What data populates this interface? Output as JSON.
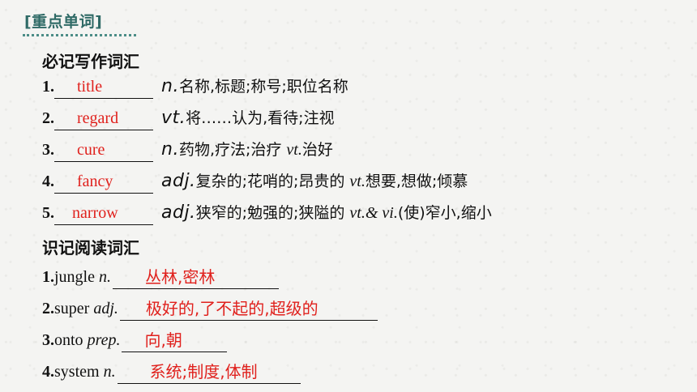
{
  "header": {
    "title": "[重点单词]"
  },
  "writing_vocab": {
    "title": "必记写作词汇",
    "items": [
      {
        "num": "1",
        "answer": "title",
        "pos": "n.",
        "definition": "名称,标题;称号;职位名称",
        "pos2": "",
        "definition2": ""
      },
      {
        "num": "2",
        "answer": "regard",
        "pos": "vt.",
        "definition": "将……认为,看待;注视",
        "pos2": "",
        "definition2": ""
      },
      {
        "num": "3",
        "answer": "cure",
        "pos": "n.",
        "definition": "药物,疗法;治疗 ",
        "pos2": "vt.",
        "definition2": "治好"
      },
      {
        "num": "4",
        "answer": "fancy",
        "pos": "adj.",
        "definition": "复杂的;花哨的;昂贵的 ",
        "pos2": "vt.",
        "definition2": "想要,想做;倾慕"
      },
      {
        "num": "5",
        "answer": "narrow",
        "pos": "adj.",
        "definition": "狭窄的;勉强的;狭隘的 ",
        "pos2": "vt.& vi.",
        "definition2": "(使)窄小,缩小"
      }
    ]
  },
  "reading_vocab": {
    "title": "识记阅读词汇",
    "items": [
      {
        "num": "1",
        "word": "jungle",
        "pos": "n.",
        "answer": "丛林,密林"
      },
      {
        "num": "2",
        "word": "super",
        "pos": "adj.",
        "answer": "极好的,了不起的,超级的"
      },
      {
        "num": "3",
        "word": "onto",
        "pos": "prep.",
        "answer": "向,朝"
      },
      {
        "num": "4",
        "word": "system",
        "pos": "n.",
        "answer": "系统;制度,体制"
      }
    ]
  },
  "colors": {
    "header": "#2f6a66",
    "answer": "#e0211d",
    "text": "#111111"
  }
}
